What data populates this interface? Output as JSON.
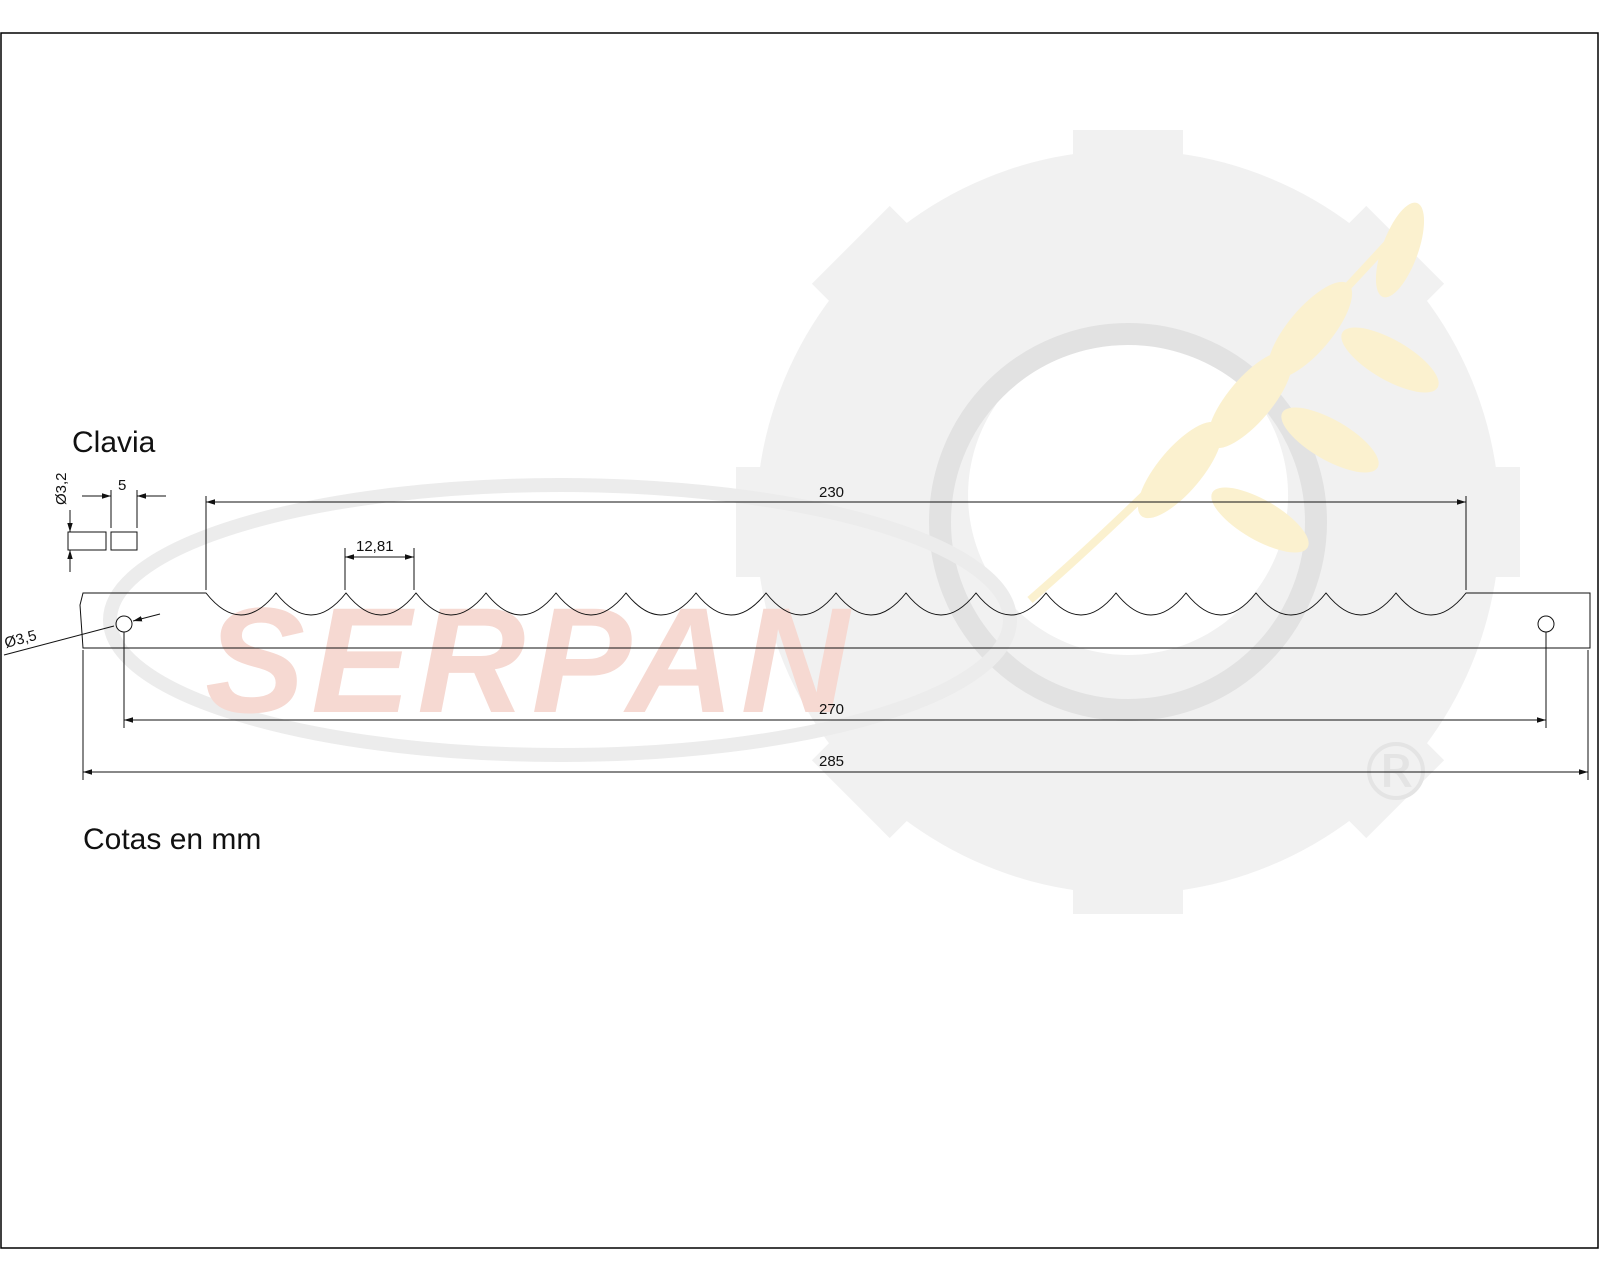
{
  "title": "Clavia",
  "note": "Cotas en mm",
  "watermark": {
    "brand_text": "SERPAN",
    "registered_mark": "®",
    "colors": {
      "gear": "#f1f1f1",
      "brand": "#f6d9d2",
      "wheat": "#fbf1cf",
      "ring": "#e2e2e2"
    }
  },
  "detail": {
    "diameter_label": "Ø3,2",
    "width_label": "5"
  },
  "dimensions": {
    "pitch_label": "12,81",
    "serrated_length_label": "230",
    "hole_distance_label": "270",
    "total_length_label": "285",
    "hole_diameter_label": "Ø3,5"
  },
  "colors": {
    "line": "#111111",
    "frame": "#000000"
  }
}
